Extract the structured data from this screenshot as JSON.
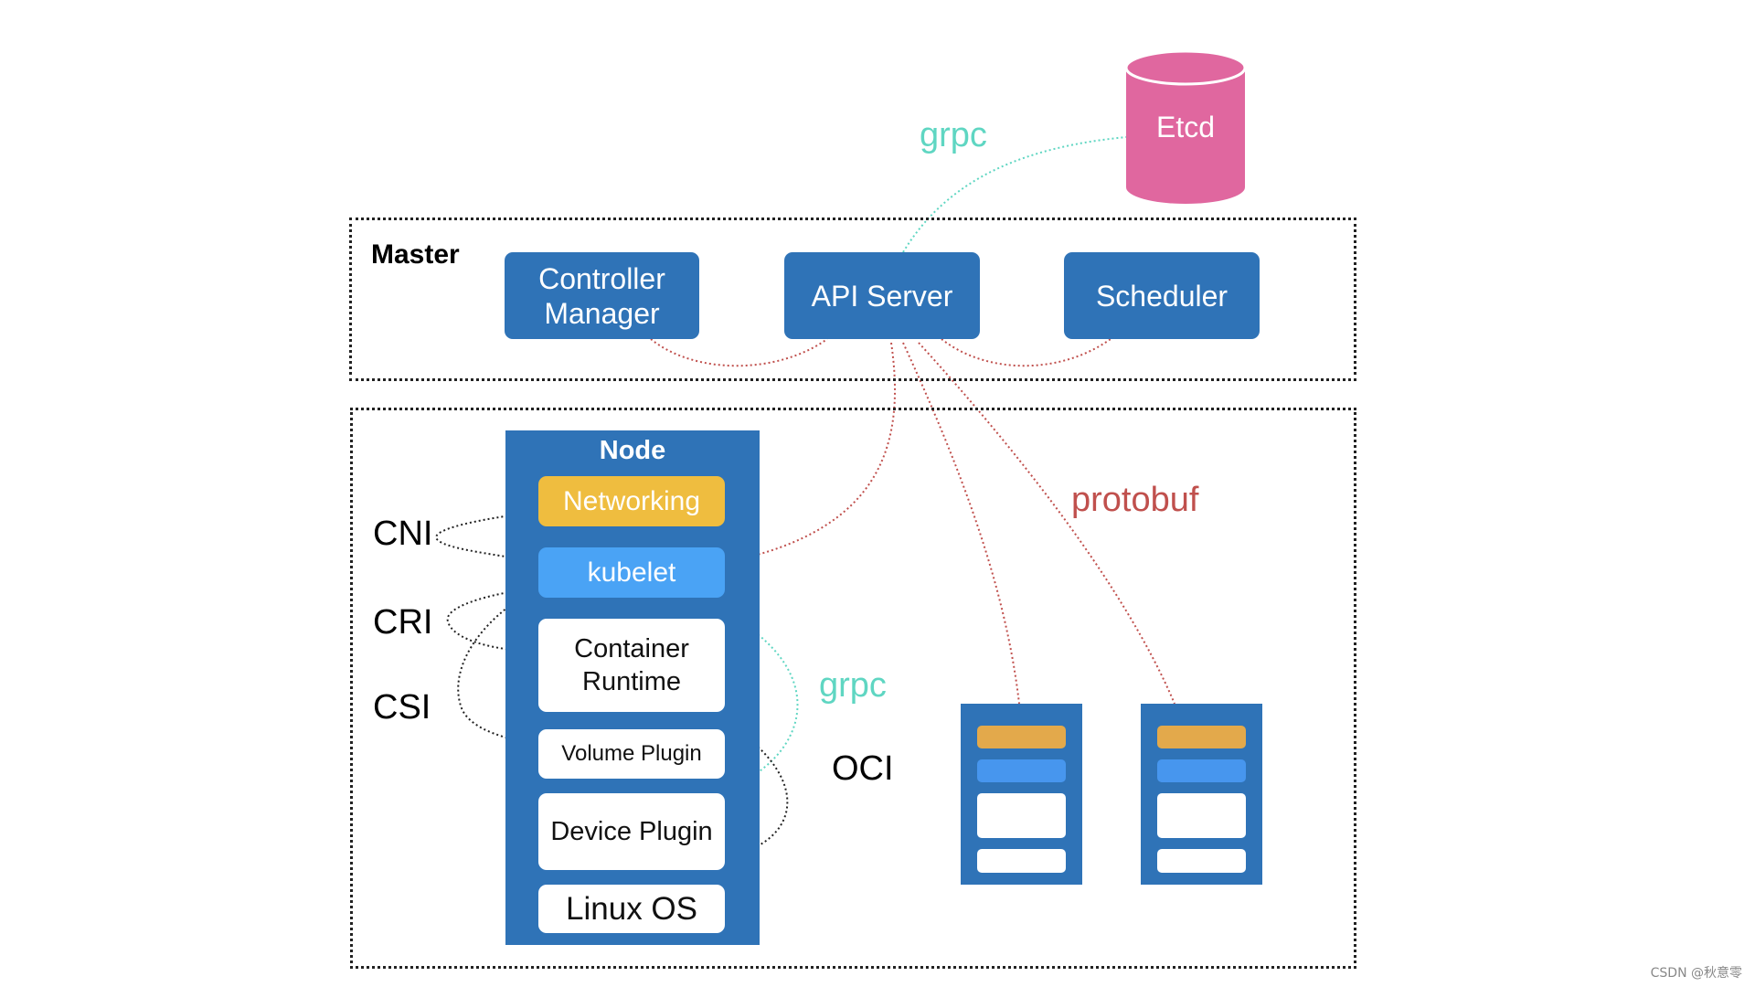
{
  "master": {
    "label": "Master",
    "components": [
      {
        "label": "Controller\nManager"
      },
      {
        "label": "API Server"
      },
      {
        "label": "Scheduler"
      }
    ]
  },
  "etcd": {
    "label": "Etcd"
  },
  "node": {
    "title": "Node",
    "layers": [
      {
        "label": "Networking"
      },
      {
        "label": "kubelet"
      },
      {
        "label": "Container\nRuntime"
      },
      {
        "label": "Volume Plugin"
      },
      {
        "label": "Device Plugin"
      },
      {
        "label": "Linux OS"
      }
    ]
  },
  "interfaces": {
    "cni": "CNI",
    "cri": "CRI",
    "csi": "CSI",
    "oci": "OCI"
  },
  "protocols": {
    "grpc_top": "grpc",
    "grpc_node": "grpc",
    "protobuf": "protobuf"
  },
  "watermark": "CSDN @秋意零",
  "colors": {
    "master_blue": "#2f73b7",
    "networking": "#efbd3f",
    "kubelet": "#4aa3f5",
    "etcd": "#e0679f",
    "grpc": "#5fd6c2",
    "protobuf": "#c0504d",
    "mini_orange": "#e3a94b",
    "mini_blue": "#4796ee"
  }
}
